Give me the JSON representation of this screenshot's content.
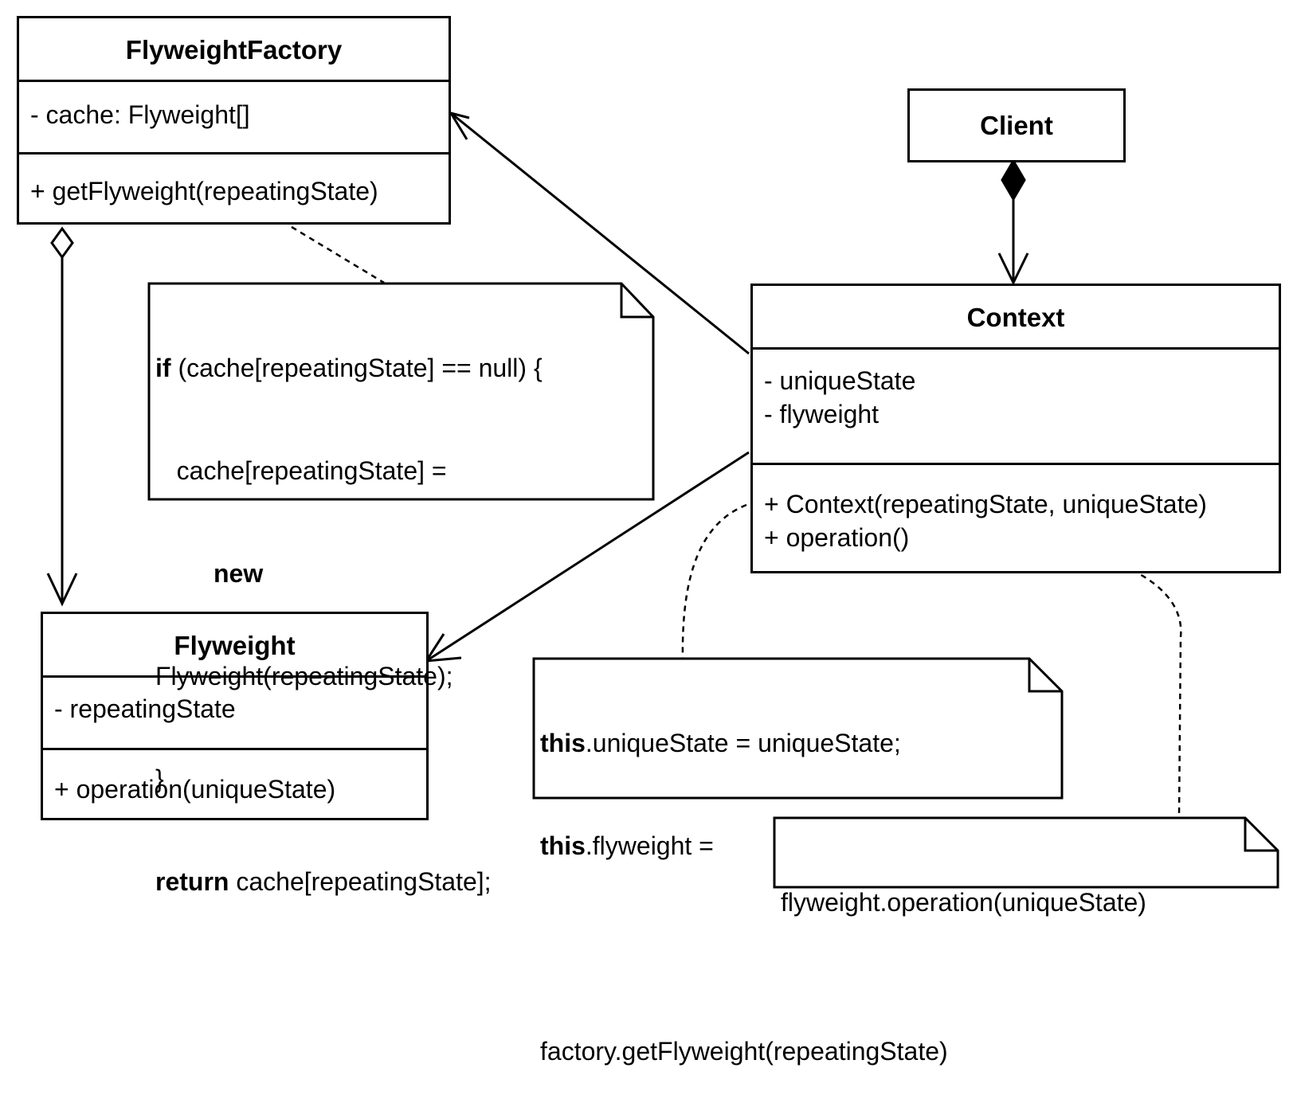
{
  "classes": {
    "flyweight_factory": {
      "name": "FlyweightFactory",
      "attributes": [
        "- cache: Flyweight[]"
      ],
      "methods": [
        "+ getFlyweight(repeatingState)"
      ]
    },
    "client": {
      "name": "Client"
    },
    "context": {
      "name": "Context",
      "attributes": [
        "- uniqueState",
        "- flyweight"
      ],
      "methods": [
        "+ Context(repeatingState, uniqueState)",
        "+ operation()"
      ]
    },
    "flyweight": {
      "name": "Flyweight",
      "attributes": [
        "- repeatingState"
      ],
      "methods": [
        "+ operation(uniqueState)"
      ]
    }
  },
  "notes": {
    "factory_note": {
      "line1_kw": "if",
      "line1_rest": " (cache[repeatingState] == null) {",
      "line2": "   cache[repeatingState] =",
      "line3_kw": "new",
      "line4": "Flyweight(repeatingState);",
      "line5": "}",
      "line6_kw": "return",
      "line6_rest": " cache[repeatingState];"
    },
    "constructor_note": {
      "line1_kw": "this",
      "line1_rest": ".uniqueState = uniqueState;",
      "line2_kw": "this",
      "line2_rest": ".flyweight =",
      "line4": "factory.getFlyweight(repeatingState)"
    },
    "operation_note": {
      "line1": "flyweight.operation(uniqueState)"
    }
  }
}
